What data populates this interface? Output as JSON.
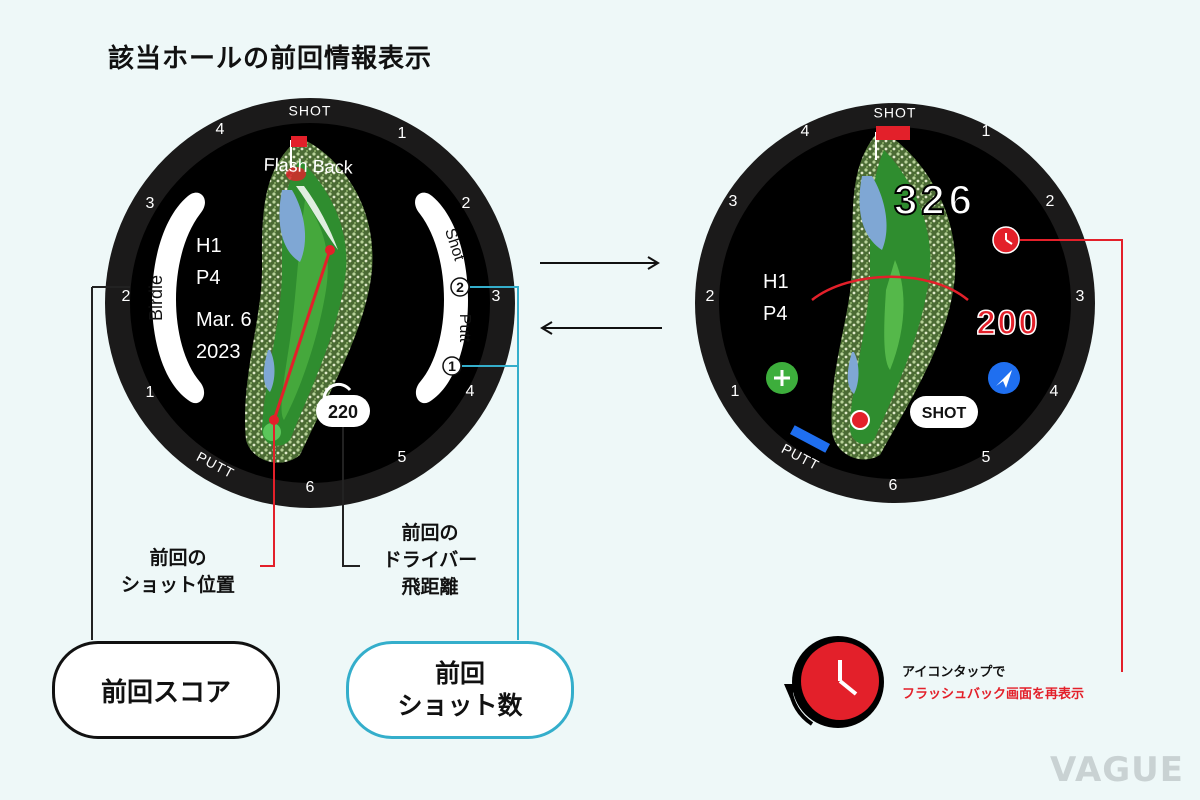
{
  "title": "該当ホールの前回情報表示",
  "colors": {
    "red": "#e3202a",
    "cyan": "#34aecb",
    "blue": "#1f6ff0",
    "green": "#3dae3c",
    "bezel": "#1b1a1a"
  },
  "left_watch": {
    "top_label": "SHOT",
    "bottom_label": "PUTT",
    "flash_back_label": "Flash Back",
    "pill_left": "Birdie",
    "pill_right_shot": "Shot",
    "shot_count": "2",
    "pill_right_putt": "Putt",
    "putt_count": "1",
    "hole": "H1",
    "par": "P4",
    "date": "Mar. 6",
    "year": "2023",
    "drive_distance": "220",
    "ticks": {
      "t1a": "1",
      "t1b": "1",
      "t2": "2",
      "t3a": "3",
      "t3b": "3",
      "t4a": "4",
      "t4b": "4",
      "t5": "5",
      "t6": "6"
    }
  },
  "right_watch": {
    "top_label": "SHOT",
    "bottom_label": "PUTT",
    "distance_to_green": "326",
    "target_distance": "200",
    "hole": "H1",
    "par": "P4",
    "shot_button": "SHOT",
    "plus_icon": "plus-icon",
    "navigate_icon": "navigation-arrow-icon",
    "clock_icon": "clock-rewind-icon",
    "ticks": {
      "t1": "1",
      "t2a": "2",
      "t2b": "2",
      "t3": "3",
      "t4a": "4",
      "t4b": "4",
      "t5": "5",
      "t6": "6"
    }
  },
  "annotations": {
    "last_shot_position_line1": "前回の",
    "last_shot_position_line2": "ショット位置",
    "driver_line1": "前回の",
    "driver_line2": "ドライバー",
    "driver_line3": "飛距離",
    "score_label": "前回スコア",
    "shots_line1": "前回",
    "shots_line2": "ショット数",
    "tap_note_line1": "アイコンタップで",
    "tap_note_line2": "フラッシュバック画面を再表示"
  },
  "logo": "VAGUE"
}
